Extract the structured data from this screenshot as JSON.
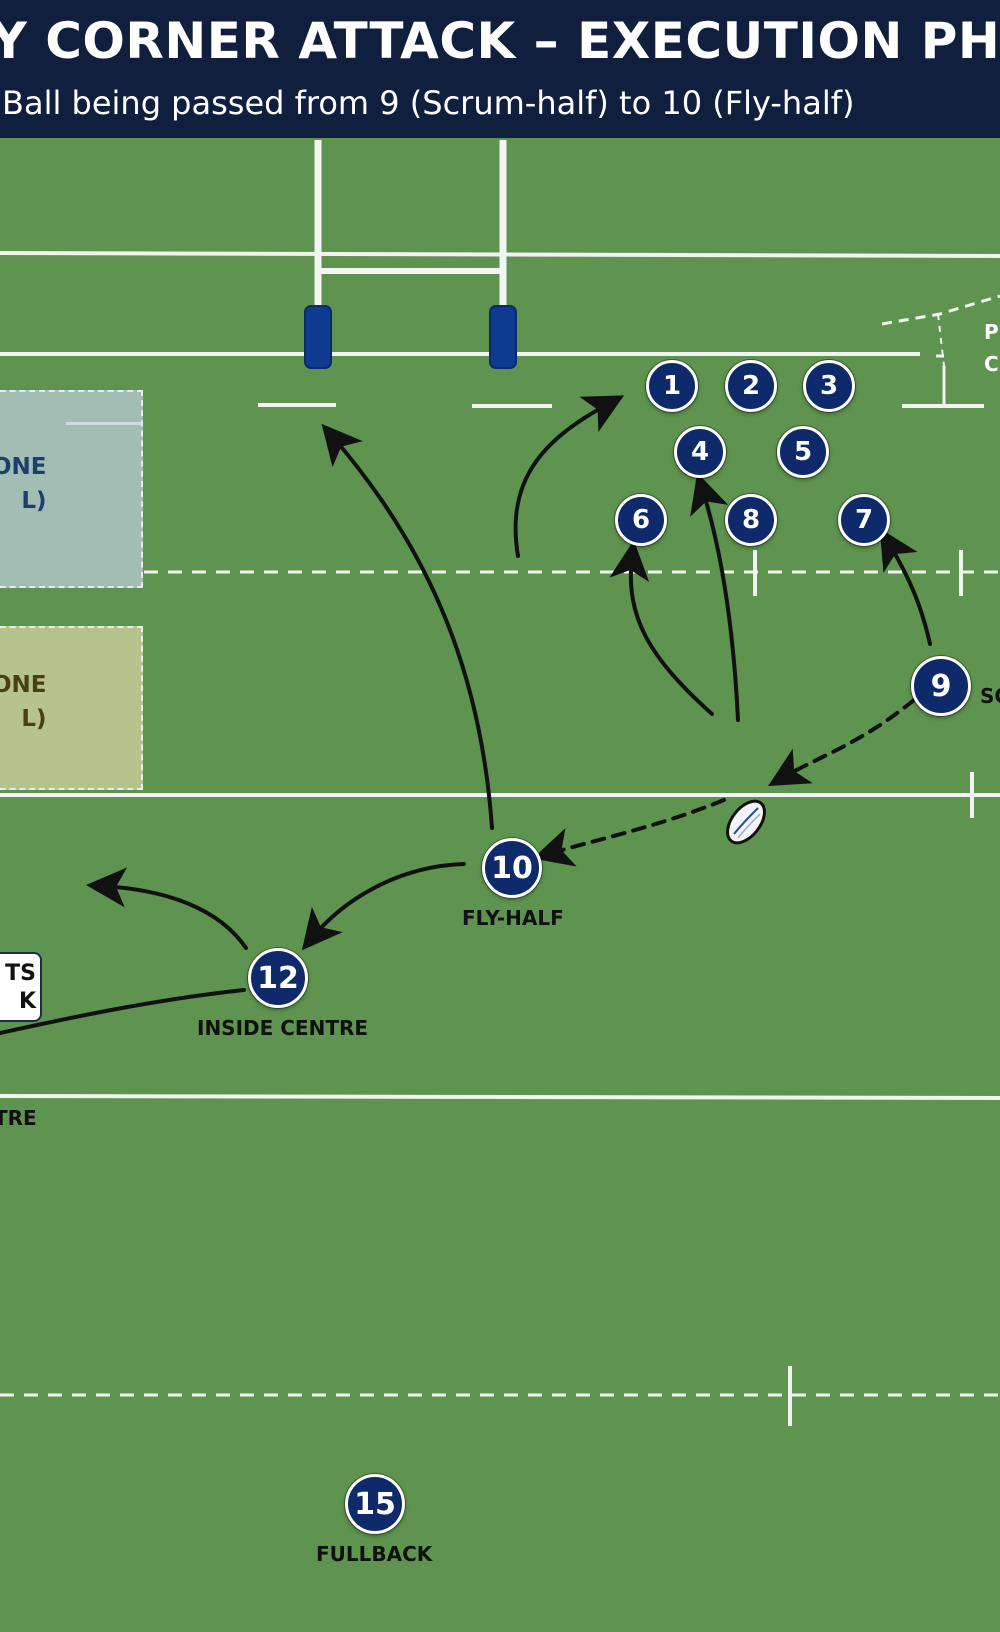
{
  "header": {
    "title": "TY CORNER ATTACK – EXECUTION PHA",
    "subtitle": "Ball being passed from 9 (Scrum-half) to 10 (Fly-half)"
  },
  "colors": {
    "header_bg": "#0f1f3d",
    "pitch": "#5e944f",
    "player_fill": "#0e2a6b",
    "player_border": "#ffffff",
    "arrow": "#111111",
    "line": "#ffffff",
    "post_pad": "#0e3a8f"
  },
  "zones": [
    {
      "text": "ONE\nL)"
    },
    {
      "text": "ONE\nL)"
    }
  ],
  "corner_label": "P\nC",
  "players": [
    {
      "number": "1",
      "label": ""
    },
    {
      "number": "2",
      "label": ""
    },
    {
      "number": "3",
      "label": ""
    },
    {
      "number": "4",
      "label": ""
    },
    {
      "number": "5",
      "label": ""
    },
    {
      "number": "6",
      "label": ""
    },
    {
      "number": "8",
      "label": ""
    },
    {
      "number": "7",
      "label": ""
    },
    {
      "number": "9",
      "label": "SC"
    },
    {
      "number": "10",
      "label": "FLY-HALF"
    },
    {
      "number": "12",
      "label": "INSIDE CENTRE"
    },
    {
      "number": "15",
      "label": "FULLBACK"
    }
  ],
  "callout": {
    "text": "TS\nK"
  },
  "edge_label": "TRE",
  "ball": {
    "icon": "rugby-ball-icon"
  }
}
